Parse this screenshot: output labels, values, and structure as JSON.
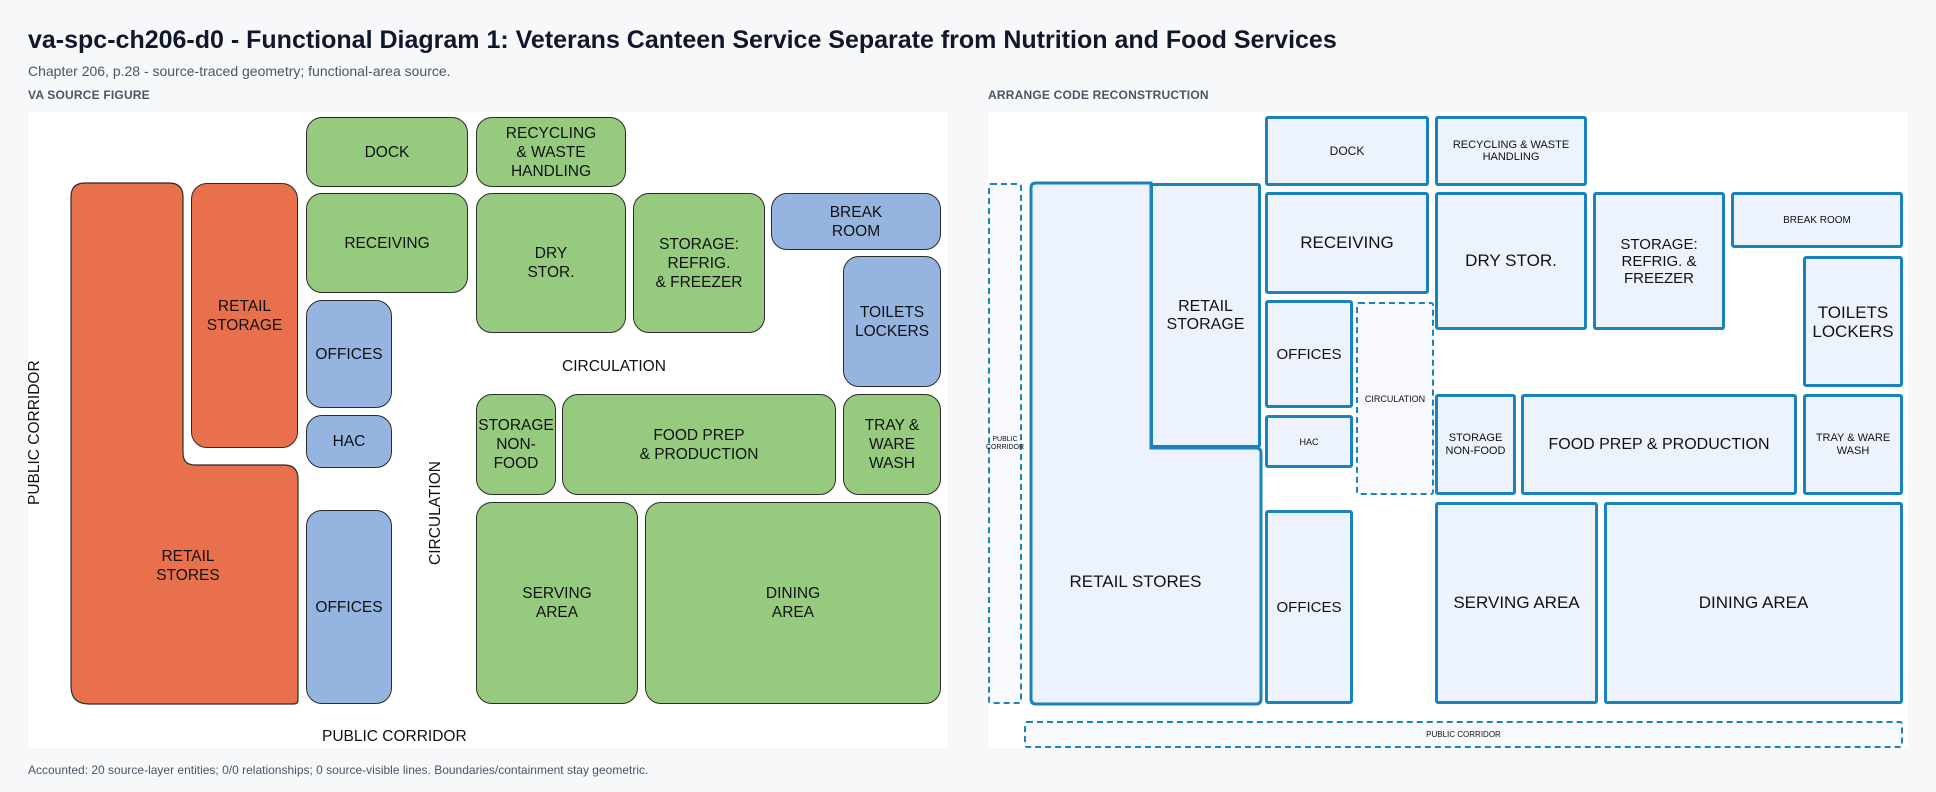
{
  "header": {
    "title": "va-spc-ch206-d0 - Functional Diagram 1: Veterans Canteen Service Separate from Nutrition and Food Services",
    "subtitle": "Chapter 206, p.28 - source-traced geometry; functional-area source."
  },
  "panels": {
    "left_label": "VA SOURCE FIGURE",
    "right_label": "ARRANGE CODE RECONSTRUCTION"
  },
  "footer": "Accounted: 20 source-layer entities; 0/0 relationships; 0 source-visible lines. Boundaries/containment stay geometric.",
  "colors": {
    "support_green": "#96cb7f",
    "staff_blue": "#95b5e0",
    "retail_orange": "#e8704c",
    "reconstruction_stroke": "#1a82bd",
    "reconstruction_fill": "#edf3fc"
  },
  "source": {
    "dock": "DOCK",
    "recycling": "RECYCLING\n& WASTE\nHANDLING",
    "receiving": "RECEIVING",
    "dry_stor": "DRY\nSTOR.",
    "storage_refrig": "STORAGE:\nREFRIG.\n& FREEZER",
    "break_room": "BREAK\nROOM",
    "retail_storage": "RETAIL\nSTORAGE",
    "offices_top": "OFFICES",
    "toilets": "TOILETS\nLOCKERS",
    "hac": "HAC",
    "circulation_h": "CIRCULATION",
    "circulation_v": "CIRCULATION",
    "storage_nonfood": "STORAGE\nNON-\nFOOD",
    "food_prep": "FOOD PREP\n& PRODUCTION",
    "tray_wash": "TRAY &\nWARE\nWASH",
    "retail_stores": "RETAIL\nSTORES",
    "offices_bottom": "OFFICES",
    "serving": "SERVING\nAREA",
    "dining": "DINING\nAREA",
    "corridor_left": "PUBLIC CORRIDOR",
    "corridor_bottom": "PUBLIC CORRIDOR"
  },
  "reconstruction": {
    "dock": "DOCK",
    "recycling": "RECYCLING & WASTE\nHANDLING",
    "receiving": "RECEIVING",
    "dry_stor": "DRY STOR.",
    "storage_refrig": "STORAGE:\nREFRIG. &\nFREEZER",
    "break_room": "BREAK ROOM",
    "retail_storage": "RETAIL\nSTORAGE",
    "offices_top": "OFFICES",
    "circulation": "CIRCULATION",
    "toilets": "TOILETS\nLOCKERS",
    "hac": "HAC",
    "storage_nonfood": "STORAGE\nNON-FOOD",
    "food_prep": "FOOD PREP & PRODUCTION",
    "tray_wash": "TRAY & WARE\nWASH",
    "retail_stores": "RETAIL STORES",
    "offices_bottom": "OFFICES",
    "serving": "SERVING AREA",
    "dining": "DINING AREA",
    "corridor_left": "PUBLIC\nCORRIDOR",
    "corridor_bottom": "PUBLIC CORRIDOR"
  }
}
